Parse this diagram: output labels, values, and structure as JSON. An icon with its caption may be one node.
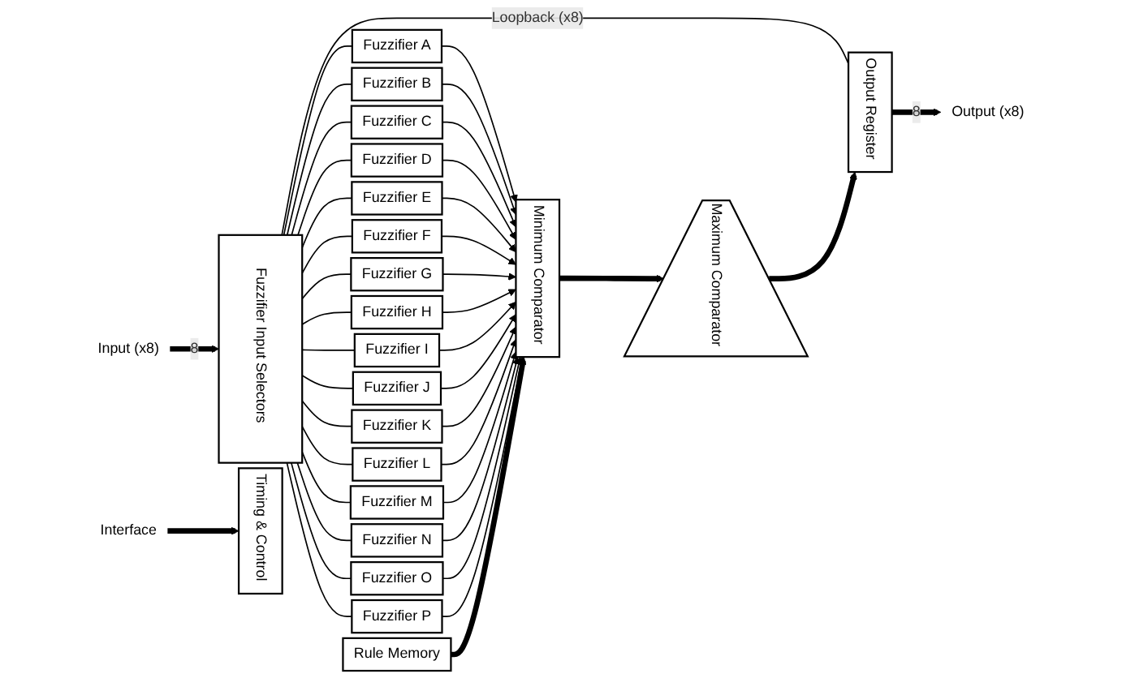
{
  "diagram": {
    "nodes": [
      {
        "text": [
          "Fuzzifier Input Selectors"
        ]
      },
      {
        "text": [
          "Fuzzifier  A"
        ]
      },
      {
        "text": [
          "Fuzzifier  B"
        ]
      },
      {
        "text": [
          "Fuzzifier  C"
        ]
      },
      {
        "text": [
          "Fuzzifier  D"
        ]
      },
      {
        "text": [
          "Fuzzifier  E"
        ]
      },
      {
        "text": [
          "Fuzzifier  F"
        ]
      },
      {
        "text": [
          "Fuzzifier  G"
        ]
      },
      {
        "text": [
          "Fuzzifier  H"
        ]
      },
      {
        "text": [
          "Fuzzifier  I"
        ]
      },
      {
        "text": [
          "Fuzzifier  J"
        ]
      },
      {
        "text": [
          "Fuzzifier  K"
        ]
      },
      {
        "text": [
          "Fuzzifier  L"
        ]
      },
      {
        "text": [
          "Fuzzifier  M"
        ]
      },
      {
        "text": [
          "Fuzzifier  N"
        ]
      },
      {
        "text": [
          "Fuzzifier  O"
        ]
      },
      {
        "text": [
          "Fuzzifier  P"
        ]
      },
      {
        "text": [
          "Minimum Comparator"
        ]
      },
      {
        "text": [
          "Maximum Comparator"
        ]
      },
      {
        "text": [
          "Output Register"
        ]
      },
      {
        "text": [
          "Timing & Control"
        ]
      },
      {
        "text": [
          "Rule Memory"
        ]
      },
      {
        "text": [
          "Input (x8)"
        ]
      },
      {
        "text": [
          "Output (x8)"
        ]
      },
      {
        "text": [
          "Interface"
        ]
      }
    ],
    "edges": [
      {
        "from": 22,
        "to": 0,
        "arrow": "to",
        "label": "8",
        "style": "thick"
      },
      {
        "from": 19,
        "to": 0,
        "arrow": "none",
        "label": "Loopback (x8)"
      },
      {
        "from": 0,
        "to": 1,
        "arrow": "none"
      },
      {
        "from": 0,
        "to": 2,
        "arrow": "none"
      },
      {
        "from": 0,
        "to": 3,
        "arrow": "none"
      },
      {
        "from": 0,
        "to": 4,
        "arrow": "none"
      },
      {
        "from": 0,
        "to": 5,
        "arrow": "none"
      },
      {
        "from": 0,
        "to": 6,
        "arrow": "none"
      },
      {
        "from": 0,
        "to": 7,
        "arrow": "none"
      },
      {
        "from": 0,
        "to": 8,
        "arrow": "none"
      },
      {
        "from": 0,
        "to": 9,
        "arrow": "none"
      },
      {
        "from": 0,
        "to": 10,
        "arrow": "none"
      },
      {
        "from": 0,
        "to": 11,
        "arrow": "none"
      },
      {
        "from": 0,
        "to": 12,
        "arrow": "none"
      },
      {
        "from": 0,
        "to": 13,
        "arrow": "none"
      },
      {
        "from": 0,
        "to": 14,
        "arrow": "none"
      },
      {
        "from": 0,
        "to": 15,
        "arrow": "none"
      },
      {
        "from": 0,
        "to": 16,
        "arrow": "none"
      },
      {
        "from": 1,
        "to": 17,
        "arrow": "to"
      },
      {
        "from": 2,
        "to": 17,
        "arrow": "to"
      },
      {
        "from": 3,
        "to": 17,
        "arrow": "to"
      },
      {
        "from": 4,
        "to": 17,
        "arrow": "to"
      },
      {
        "from": 5,
        "to": 17,
        "arrow": "to"
      },
      {
        "from": 6,
        "to": 17,
        "arrow": "to"
      },
      {
        "from": 7,
        "to": 17,
        "arrow": "to"
      },
      {
        "from": 8,
        "to": 17,
        "arrow": "to"
      },
      {
        "from": 9,
        "to": 17,
        "arrow": "to"
      },
      {
        "from": 10,
        "to": 17,
        "arrow": "to"
      },
      {
        "from": 11,
        "to": 17,
        "arrow": "to"
      },
      {
        "from": 12,
        "to": 17,
        "arrow": "to"
      },
      {
        "from": 13,
        "to": 17,
        "arrow": "to"
      },
      {
        "from": 14,
        "to": 17,
        "arrow": "to"
      },
      {
        "from": 15,
        "to": 17,
        "arrow": "to"
      },
      {
        "from": 16,
        "to": 17,
        "arrow": "to"
      },
      {
        "from": 17,
        "to": 18,
        "arrow": "to",
        "style": "thick"
      },
      {
        "from": 18,
        "to": 19,
        "arrow": "to",
        "style": "thick"
      },
      {
        "from": 19,
        "to": 23,
        "arrow": "to",
        "label": "8",
        "style": "thick"
      },
      {
        "from": 24,
        "to": 20,
        "arrow": "to",
        "style": "thick"
      },
      {
        "from": 21,
        "to": 17,
        "arrow": "to",
        "style": "thick"
      }
    ]
  }
}
